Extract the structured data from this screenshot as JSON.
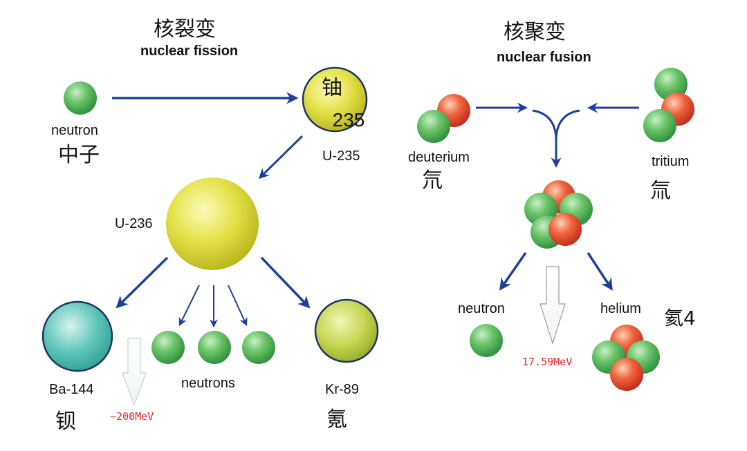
{
  "fission": {
    "title_cn": "核裂变",
    "title_en": "nuclear fission",
    "neutron_en": "neutron",
    "neutron_cn": "中子",
    "u235_cn": "铀",
    "u235_num": "235",
    "u235_label": "U-235",
    "u236_label": "U-236",
    "ba_label": "Ba-144",
    "ba_cn": "钡",
    "energy": "~200MeV",
    "neutrons_label": "neutrons",
    "kr_label": "Kr-89",
    "kr_cn": "氪"
  },
  "fusion": {
    "title_cn": "核聚变",
    "title_en": "nuclear fusion",
    "deuterium_en": "deuterium",
    "deuterium_cn": "氘",
    "tritium_en": "tritium",
    "tritium_cn": "氚",
    "neutron_en": "neutron",
    "helium_en": "helium",
    "helium_cn": "氦4",
    "energy": "17.59MeV"
  },
  "colors": {
    "arrow": "#1f3f9a",
    "proton": "#e8442e",
    "neutron": "#3fae4f",
    "uranium": "#d9d42a",
    "barium": "#3fb7a9",
    "krypton": "#c3d44a",
    "energy_text": "#e02a2a"
  }
}
